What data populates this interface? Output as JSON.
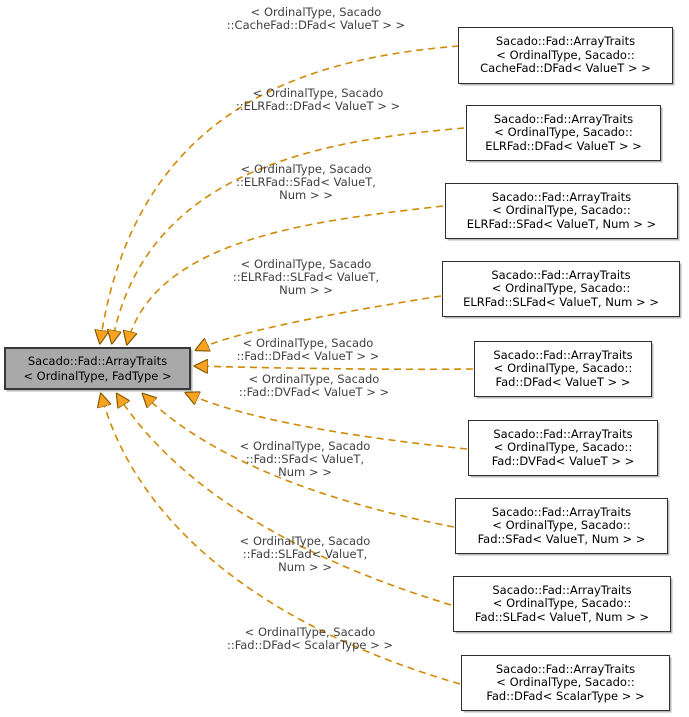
{
  "diagram": {
    "title": "Sacado::Fad::ArrayTraits template specialization diagram",
    "colors": {
      "edge": "#cf8a05",
      "arrow_fill": "#f9a222",
      "arrow_outline": "#7c5700",
      "node_bg": "#fefefe",
      "node_border": "#2f2f2f",
      "main_node_bg": "#a9a9a9",
      "label_text": "#3f3f3f"
    },
    "main_node": {
      "lines": [
        "Sacado::Fad::ArrayTraits",
        "< OrdinalType, FadType >"
      ]
    },
    "nodes": [
      {
        "lines": [
          "Sacado::Fad::ArrayTraits",
          "< OrdinalType, Sacado::",
          "CacheFad::DFad< ValueT > >"
        ]
      },
      {
        "lines": [
          "Sacado::Fad::ArrayTraits",
          "< OrdinalType, Sacado::",
          "ELRFad::DFad< ValueT > >"
        ]
      },
      {
        "lines": [
          "Sacado::Fad::ArrayTraits",
          "< OrdinalType, Sacado::",
          "ELRFad::SFad< ValueT, Num > >"
        ]
      },
      {
        "lines": [
          "Sacado::Fad::ArrayTraits",
          "< OrdinalType, Sacado::",
          "ELRFad::SLFad< ValueT, Num > >"
        ]
      },
      {
        "lines": [
          "Sacado::Fad::ArrayTraits",
          "< OrdinalType, Sacado::",
          "Fad::DFad< ValueT > >"
        ]
      },
      {
        "lines": [
          "Sacado::Fad::ArrayTraits",
          "< OrdinalType, Sacado::",
          "Fad::DVFad< ValueT > >"
        ]
      },
      {
        "lines": [
          "Sacado::Fad::ArrayTraits",
          "< OrdinalType, Sacado::",
          "Fad::SFad< ValueT, Num > >"
        ]
      },
      {
        "lines": [
          "Sacado::Fad::ArrayTraits",
          "< OrdinalType, Sacado::",
          "Fad::SLFad< ValueT, Num > >"
        ]
      },
      {
        "lines": [
          "Sacado::Fad::ArrayTraits",
          "< OrdinalType, Sacado::",
          "Fad::DFad< ScalarType > >"
        ]
      }
    ],
    "edge_labels": [
      {
        "lines": [
          "< OrdinalType, Sacado",
          "::CacheFad::DFad< ValueT > >"
        ]
      },
      {
        "lines": [
          "< OrdinalType, Sacado",
          "::ELRFad::DFad< ValueT > >"
        ]
      },
      {
        "lines": [
          "< OrdinalType, Sacado",
          "::ELRFad::SFad< ValueT,",
          "Num > >"
        ]
      },
      {
        "lines": [
          "< OrdinalType, Sacado",
          "::ELRFad::SLFad< ValueT,",
          "Num > >"
        ]
      },
      {
        "lines": [
          "< OrdinalType, Sacado",
          "::Fad::DFad< ValueT > >"
        ]
      },
      {
        "lines": [
          "< OrdinalType, Sacado",
          "::Fad::DVFad< ValueT > >"
        ]
      },
      {
        "lines": [
          "< OrdinalType, Sacado",
          "::Fad::SFad< ValueT,",
          "Num > >"
        ]
      },
      {
        "lines": [
          "< OrdinalType, Sacado",
          "::Fad::SLFad< ValueT,",
          "Num > >"
        ]
      },
      {
        "lines": [
          "< OrdinalType, Sacado",
          "::Fad::DFad< ScalarType > >"
        ]
      }
    ]
  }
}
